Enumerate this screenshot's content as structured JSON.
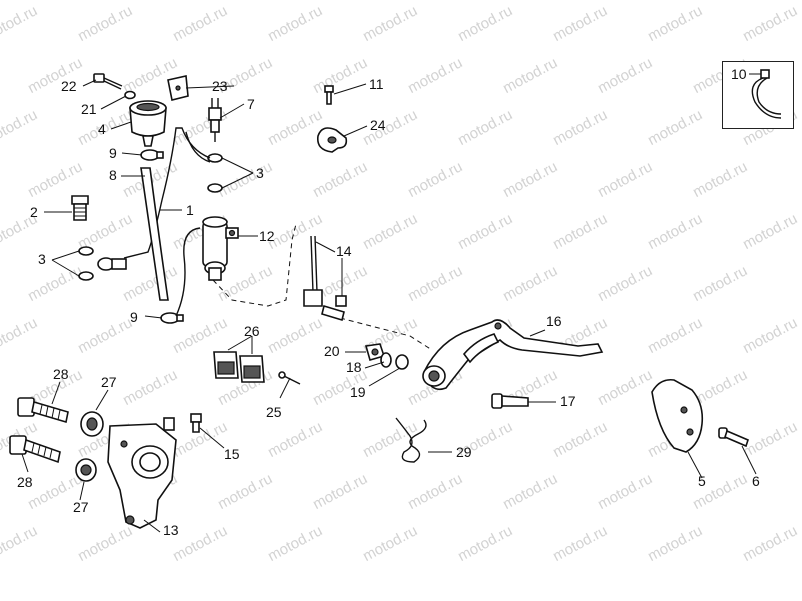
{
  "watermark": {
    "text": "motod.ru"
  },
  "inset": {
    "number": "10"
  },
  "callouts": [
    {
      "id": "1",
      "label": "1"
    },
    {
      "id": "2",
      "label": "2"
    },
    {
      "id": "3a",
      "label": "3"
    },
    {
      "id": "3b",
      "label": "3"
    },
    {
      "id": "4",
      "label": "4"
    },
    {
      "id": "5",
      "label": "5"
    },
    {
      "id": "6",
      "label": "6"
    },
    {
      "id": "7",
      "label": "7"
    },
    {
      "id": "8",
      "label": "8"
    },
    {
      "id": "9a",
      "label": "9"
    },
    {
      "id": "9b",
      "label": "9"
    },
    {
      "id": "11",
      "label": "11"
    },
    {
      "id": "12",
      "label": "12"
    },
    {
      "id": "13",
      "label": "13"
    },
    {
      "id": "14",
      "label": "14"
    },
    {
      "id": "15",
      "label": "15"
    },
    {
      "id": "16",
      "label": "16"
    },
    {
      "id": "17",
      "label": "17"
    },
    {
      "id": "18",
      "label": "18"
    },
    {
      "id": "19",
      "label": "19"
    },
    {
      "id": "20",
      "label": "20"
    },
    {
      "id": "21",
      "label": "21"
    },
    {
      "id": "22",
      "label": "22"
    },
    {
      "id": "23",
      "label": "23"
    },
    {
      "id": "24",
      "label": "24"
    },
    {
      "id": "25",
      "label": "25"
    },
    {
      "id": "26",
      "label": "26"
    },
    {
      "id": "27a",
      "label": "27"
    },
    {
      "id": "27b",
      "label": "27"
    },
    {
      "id": "28a",
      "label": "28"
    },
    {
      "id": "28b",
      "label": "28"
    },
    {
      "id": "29",
      "label": "29"
    }
  ]
}
